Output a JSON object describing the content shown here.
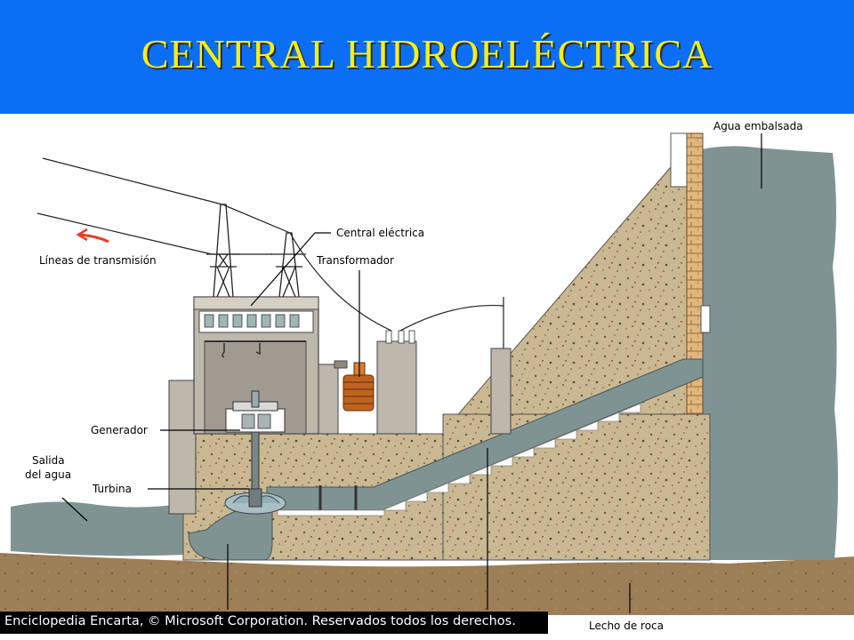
{
  "header": {
    "title": "CENTRAL HIDROELÉCTRICA",
    "background_color": "#0b6ff5",
    "title_color": "#f5ef1a"
  },
  "labels": {
    "agua_embalsada": "Agua embalsada",
    "central_electrica": "Central eléctrica",
    "lineas_transmision": "Líneas de transmisión",
    "transformador": "Transformador",
    "generador": "Generador",
    "salida_line1": "Salida",
    "salida_line2": "del agua",
    "turbina": "Turbina",
    "lecho_roca": "Lecho de roca"
  },
  "credit": "Enciclopedia Encarta, © Microsoft Corporation. Reservados todos los derechos.",
  "colors": {
    "water": "#7f9392",
    "concrete": "#c9b892",
    "bedrock": "#9c7e57",
    "flow_arrow": "#e83a2a",
    "building": "#bdb7ac"
  }
}
